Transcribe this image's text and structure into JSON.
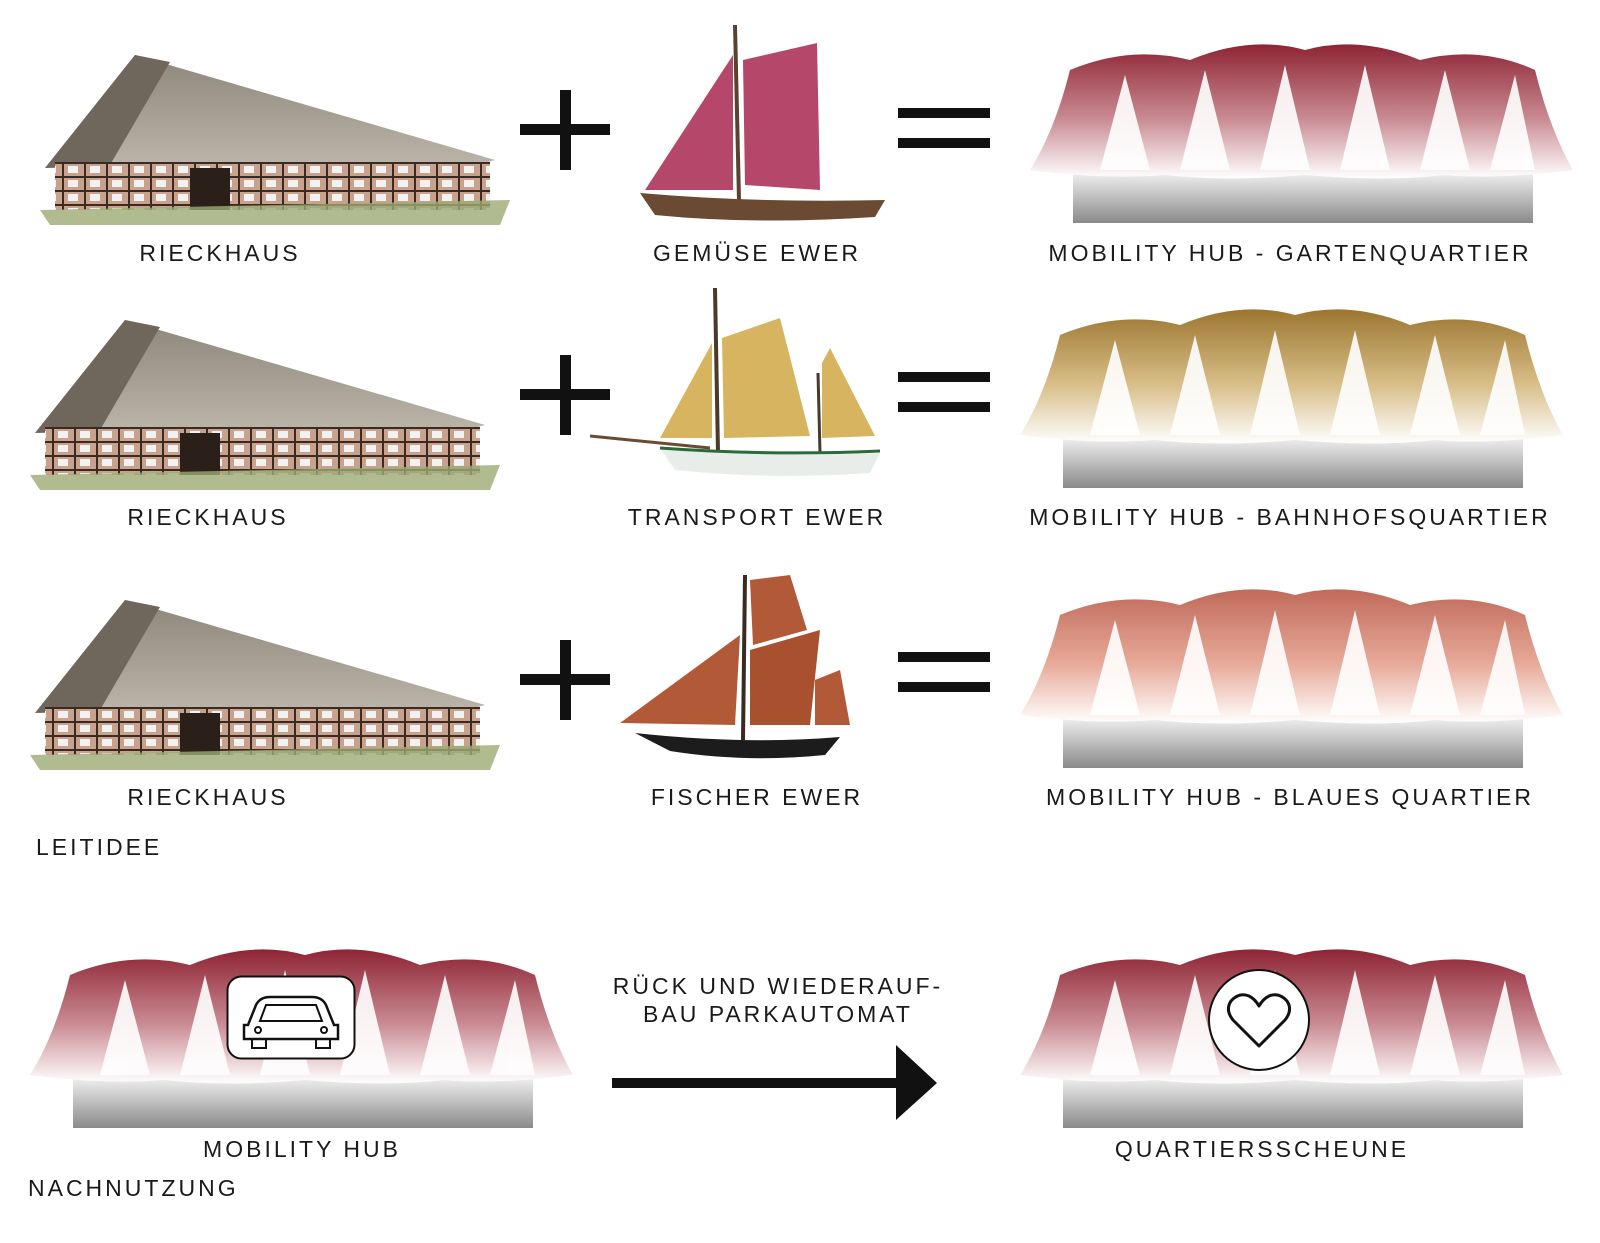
{
  "rows": [
    {
      "house_label": "RIECKHAUS",
      "boat_label": "GEMÜSE EWER",
      "hub_label": "MOBILITY HUB - GARTENQUARTIER",
      "sail_color": "#b5486a",
      "roof_color": "#9b2f3c"
    },
    {
      "house_label": "RIECKHAUS",
      "boat_label": "TRANSPORT EWER",
      "hub_label": "MOBILITY HUB - BAHNHOFSQUARTIER",
      "sail_color": "#d7b460",
      "roof_color": "#a67c30"
    },
    {
      "house_label": "RIECKHAUS",
      "boat_label": "FISCHER EWER",
      "hub_label": "MOBILITY HUB - BLAUES QUARTIER",
      "sail_color": "#b25a37",
      "roof_color": "#c46a5c"
    }
  ],
  "section_leitidee": "LEITIDEE",
  "section_nachnutzung": "NACHNUTZUNG",
  "bottom": {
    "left_label": "MOBILITY HUB",
    "right_label": "QUARTIERSSCHEUNE",
    "arrow_text_line1": "RÜCK UND WIEDERAUF-",
    "arrow_text_line2": "BAU PARKAUTOMAT",
    "left_icon": "car-icon",
    "right_icon": "heart-icon",
    "roof_color": "#9b2f3c"
  }
}
